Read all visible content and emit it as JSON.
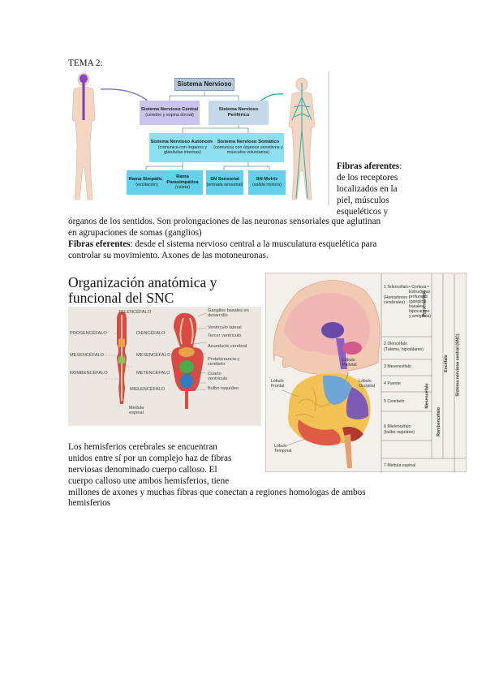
{
  "tema": "TEMA 2:",
  "diagram": {
    "root": "Sistema Nervioso",
    "central_title": "Sistema Nervioso Central",
    "central_sub": "(cerebro y espina dorsal)",
    "periferico_title": "Sistema Nervioso Periférico",
    "autonomo_title": "Sistema Nervioso Autónomo",
    "autonomo_sub": "(comunica con órganos y glándulas internas)",
    "somatico_title": "Sistema Nervioso Somático",
    "somatico_sub": "(comunica con órganos sensitivos y músculos voluntarios)",
    "simpatica_title": "Rama Simpática",
    "simpatica_sub": "(excitación)",
    "parasimpatica_title": "Rama Parasimpática",
    "parasimpatica_sub": "(calma)",
    "sensorial_title": "SN Sensorial",
    "sensorial_sub": "(entrada sensorial)",
    "motriz_title": "SN Motriz",
    "motriz_sub": "(salida motora)"
  },
  "text": {
    "afer_bold": "Fibras aferentes",
    "afer_colon": ":",
    "afer_l1": "de los receptores",
    "afer_l2": "localizados en la",
    "afer_l3": "piel, músculos",
    "afer_l4": "esqueléticos y",
    "afer_l5": "órganos de los sentidos. Son prolongaciones de las neuronas sensoriales que aglutinan",
    "afer_l6": "en agrupaciones de somas (ganglios)",
    "efer_bold": "Fibras eferentes",
    "efer_l1": ": desde el sistema nervioso central a la musculatura esquelética para",
    "efer_l2": "controlar su movimiento. Axones de las motoneuronas.",
    "heading_l1": "Organización anatómica y",
    "heading_l2": "funcional del SNC",
    "hem_l1": "Los hemisferios cerebrales se encuentran",
    "hem_l2": "unidos entre sí por un complejo haz de fibras",
    "hem_l3": "nerviosas denominado cuerpo calloso. El",
    "hem_l4": "cuerpo calloso une ambos hemisferios, tiene",
    "hem_l5": "millones de axones y muchas fibras que conectan a regiones homologas de ambos",
    "hem_l6": "hemisferios"
  },
  "figure_snc": {
    "telencefalo": "TELENCÉFALO",
    "diencefalo": "DIENCÉFALO",
    "prosencefalo": "PROSENCÉFALO",
    "mesencefalo_l": "MESENCÉFALO",
    "mesencefalo_m": "MESENCÉFALO",
    "rombencefalo": "ROMBENCÉFALO",
    "metencefalo": "METENCÉFALO",
    "mielencefalo": "MIELENCÉFALO",
    "medula": "Medula espinal",
    "ganglios": "Ganglios basales en desarrollo",
    "ventriculo_lat": "Ventrículo lateral",
    "tercer_vent": "Tercer ventrículo",
    "acueducto": "Acueducto cerebral",
    "protuberancia": "Protuberancia y cerebelo",
    "cuarto_vent": "Cuarto ventrículo",
    "bulbo": "Bulbo raquídeo"
  },
  "figure_brain": {
    "lobulo_frontal": "Lóbulo Frontal",
    "lobulo_parietal": "Lóbulo Parietal",
    "lobulo_occipital": "Lóbulo Occipital",
    "lobulo_temporal": "Lóbulo Temporal",
    "r1": "1 Telencéfalo",
    "r1b": "(Hemisferios cerebrales)",
    "r1c": "• Corteza • Estructuras profundas (ganglios basales, hipocampo y amígdala)",
    "r2": "2 Diencéfalo",
    "r2b": "(Tálamo, hipotálamo)",
    "r3": "3 Mesencéfalo",
    "r4": "4 Puente",
    "r5": "5 Cerebelo",
    "r6": "6 Mielencéfalo",
    "r6b": "(bulbo raquídeo)",
    "r7": "7 Medula espinal",
    "v_prosencefalo": "Prosencéfalo",
    "v_mesencefalo": "Mesencéfalo",
    "v_rombencefalo": "Rombencéfalo",
    "v_encefalo": "Encéfalo",
    "v_snc": "Sistema nervioso central (SNC)"
  }
}
